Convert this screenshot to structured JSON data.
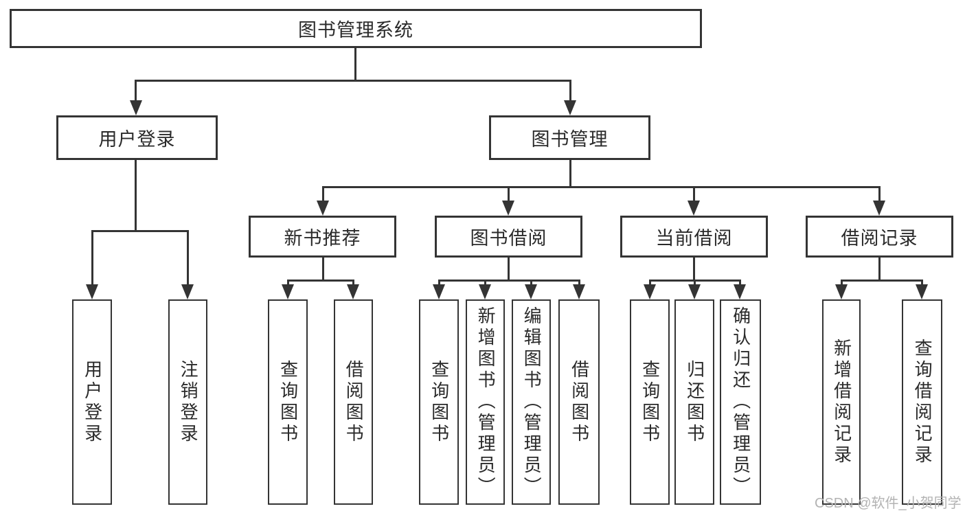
{
  "tree": {
    "label": "图书管理系统",
    "children": [
      {
        "label": "用户登录",
        "children": [
          {
            "label": "用户登录"
          },
          {
            "label": "注销登录"
          }
        ]
      },
      {
        "label": "图书管理",
        "children": [
          {
            "label": "新书推荐",
            "children": [
              {
                "label": "查询图书"
              },
              {
                "label": "借阅图书"
              }
            ]
          },
          {
            "label": "图书借阅",
            "children": [
              {
                "label": "查询图书"
              },
              {
                "label": "新增图书（管理员）"
              },
              {
                "label": "编辑图书（管理员）"
              },
              {
                "label": "借阅图书"
              }
            ]
          },
          {
            "label": "当前借阅",
            "children": [
              {
                "label": "查询图书"
              },
              {
                "label": "归还图书"
              },
              {
                "label": "确认归还（管理员）"
              }
            ]
          },
          {
            "label": "借阅记录",
            "children": [
              {
                "label": "新增借阅记录"
              },
              {
                "label": "查询借阅记录"
              }
            ]
          }
        ]
      }
    ]
  },
  "watermark": "CSDN @软件_小贺同学",
  "colors": {
    "line": "#343434",
    "text": "#2a2a2a",
    "background": "#ffffff",
    "watermark": "#b3b3b3"
  }
}
